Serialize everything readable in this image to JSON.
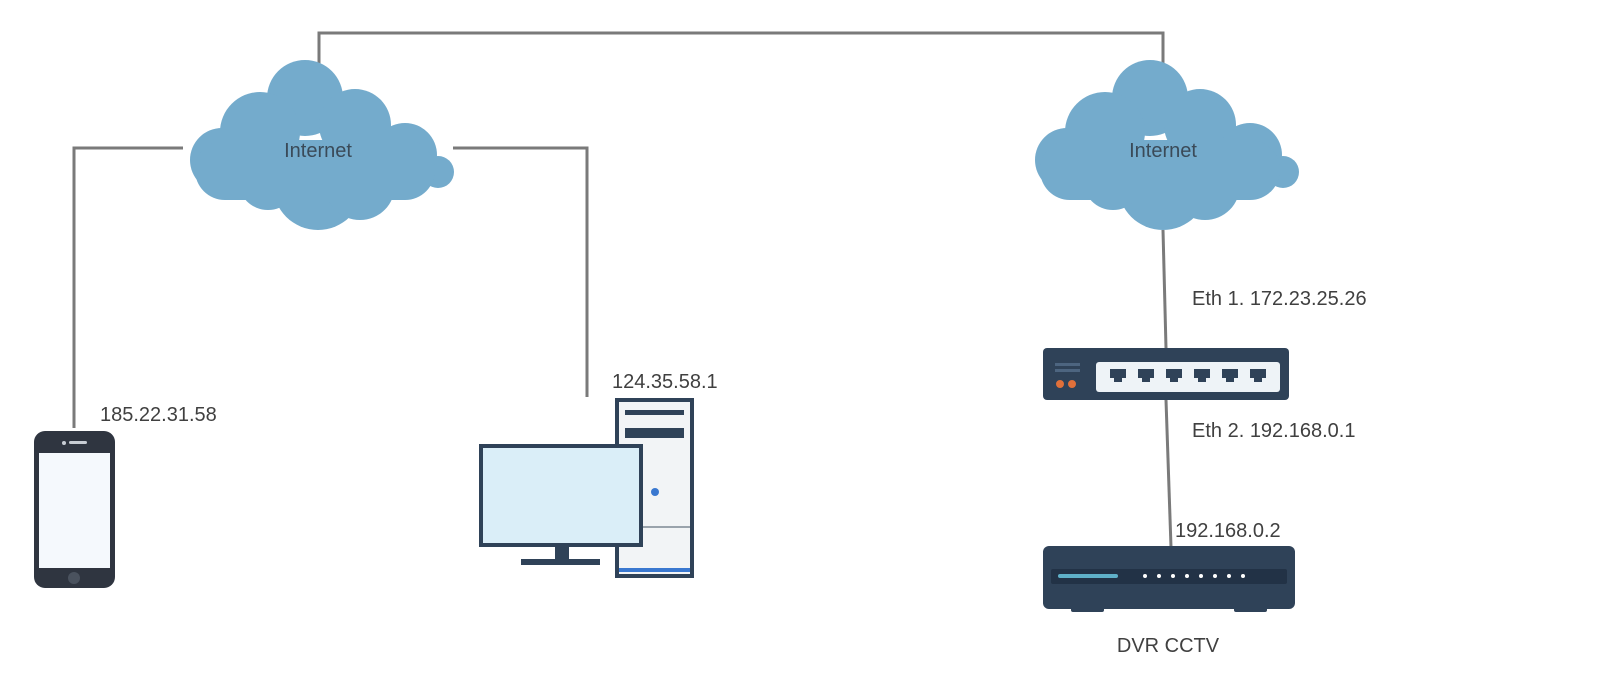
{
  "clouds": {
    "left": {
      "label": "Internet",
      "color": "#74abcc"
    },
    "right": {
      "label": "Internet",
      "color": "#74abcc"
    }
  },
  "devices": {
    "phone": {
      "ip": "185.22.31.58",
      "icon": "smartphone-icon"
    },
    "desktop": {
      "ip": "124.35.58.1",
      "icon": "desktop-computer-icon"
    },
    "router": {
      "eth1": "Eth 1. 172.23.25.26",
      "eth2": "Eth 2. 192.168.0.1",
      "icon": "network-switch-icon"
    },
    "dvr": {
      "ip": "192.168.0.2",
      "label": "DVR CCTV",
      "icon": "dvr-recorder-icon"
    }
  },
  "colors": {
    "line": "#7a7a7a",
    "device_dark": "#2f4258",
    "screen": "#daeef8",
    "accent_orange": "#e0703a"
  }
}
